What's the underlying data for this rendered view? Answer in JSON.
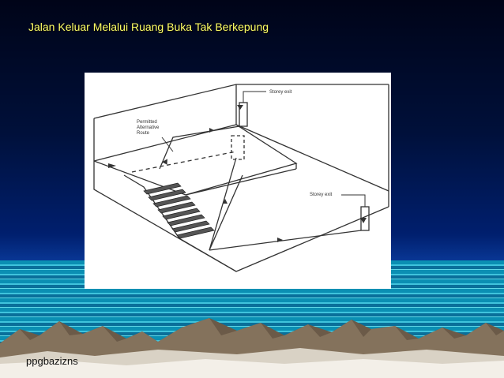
{
  "slide": {
    "title": "Jalan Keluar Melalui Ruang Buka Tak Berkepung",
    "footer": "ppgbazizns"
  },
  "diagram": {
    "labels": {
      "storey_exit_top": "Storey exit",
      "permitted_route_line1": "Permitted",
      "permitted_route_line2": "Alternative",
      "permitted_route_line3": "Route",
      "storey_exit_bottom": "Storey exit"
    }
  },
  "colors": {
    "title": "#ffff66",
    "background_top": "#000418",
    "background_bottom": "#0a3a9a",
    "sea": "#0b8fb3",
    "figure_background": "#ffffff",
    "line": "#333333"
  }
}
